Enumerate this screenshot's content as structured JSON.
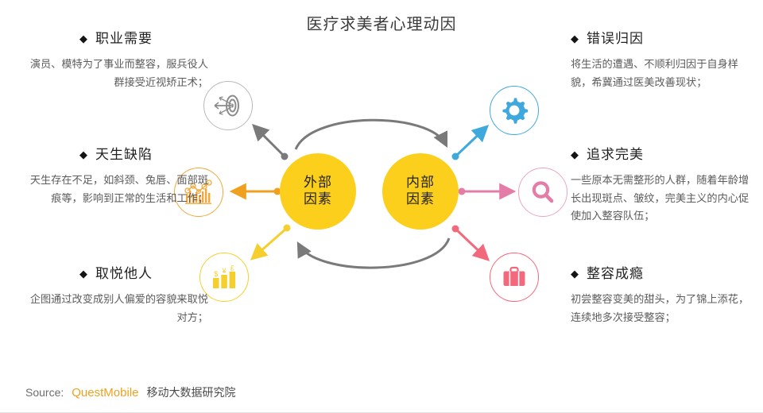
{
  "page": {
    "title": "医疗求美者心理动因"
  },
  "hubs": [
    {
      "id": "external",
      "line1": "外部",
      "line2": "因素",
      "color": "#fbcf1c"
    },
    {
      "id": "internal",
      "line1": "内部",
      "line2": "因素",
      "color": "#fbcf1c"
    }
  ],
  "cycle": {
    "arrow_color": "#7a7a7a",
    "top_direction": "external-to-internal",
    "bottom_direction": "internal-to-external"
  },
  "left_blocks": [
    {
      "id": "career",
      "heading": "职业需要",
      "body": "演员、模特为了事业而整容，服兵役人群接受近视矫正术；",
      "icon": "target-icon",
      "color": "#8c8c8c"
    },
    {
      "id": "defect",
      "heading": "天生缺陷",
      "body": "天生存在不足，如斜颈、兔唇、面部斑痕等，影响到正常的生活和工作；",
      "icon": "bar-chart-icon",
      "color": "#f0a93a"
    },
    {
      "id": "please",
      "heading": "取悦他人",
      "body": "企图通过改变成别人偏爱的容貌来取悦对方；",
      "icon": "money-bars-icon",
      "color": "#f5cf2d"
    }
  ],
  "right_blocks": [
    {
      "id": "misattribution",
      "heading": "错误归因",
      "body": "将生活的遭遇、不顺利归因于自身样貌，希冀通过医美改善现状；",
      "icon": "gear-icon",
      "color": "#3fa9dd"
    },
    {
      "id": "perfection",
      "heading": "追求完美",
      "body": "一些原本无需整形的人群，随着年龄增长出现斑点、皱纹，完美主义的内心促使加入整容队伍；",
      "icon": "magnifier-icon",
      "color": "#e47ca8"
    },
    {
      "id": "addiction",
      "heading": "整容成瘾",
      "body": "初尝整容变美的甜头，为了锦上添花，连续地多次接受整容；",
      "icon": "briefcase-icon",
      "color": "#f2687c"
    }
  ],
  "bullet": "◆",
  "footer": {
    "source_label": "Source:",
    "brand": "QuestMobile",
    "org": "移动大数据研究院",
    "brand_color": "#f0a01e"
  }
}
